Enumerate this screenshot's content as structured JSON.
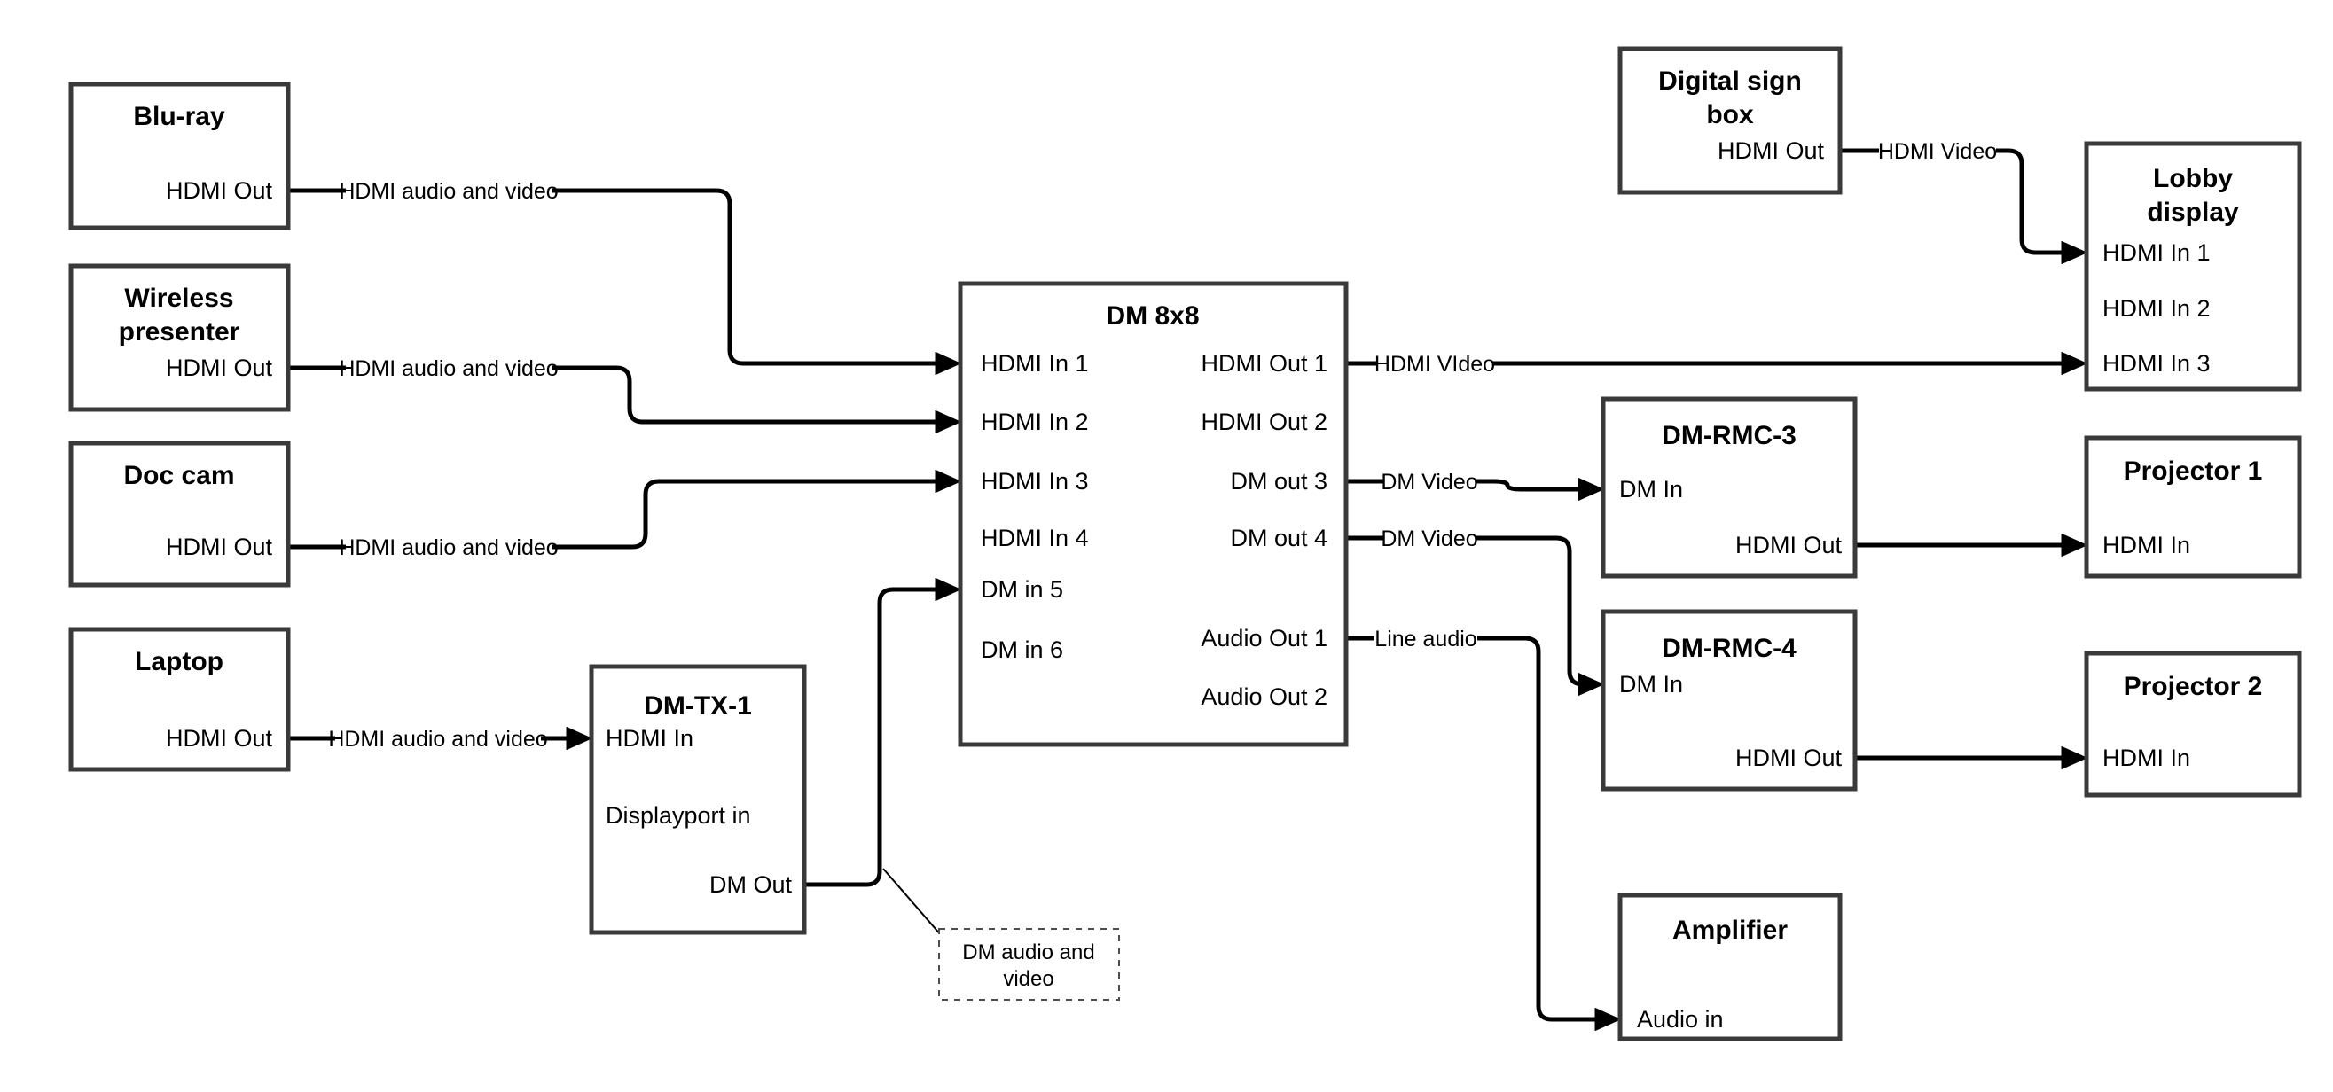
{
  "colors": {
    "background": "#ffffff",
    "node_fill": "#ffffff",
    "node_border": "#3a3a3a",
    "wire": "#000000",
    "text": "#000000"
  },
  "nodes": {
    "bluray": {
      "title_lines": [
        "Blu-ray"
      ],
      "ports": [
        "HDMI Out"
      ]
    },
    "wireless_presenter": {
      "title_lines": [
        "Wireless",
        "presenter"
      ],
      "ports": [
        "HDMI Out"
      ]
    },
    "doc_cam": {
      "title_lines": [
        "Doc cam"
      ],
      "ports": [
        "HDMI Out"
      ]
    },
    "laptop": {
      "title_lines": [
        "Laptop"
      ],
      "ports": [
        "HDMI Out"
      ]
    },
    "dm_tx_1": {
      "title_lines": [
        "DM-TX-1"
      ],
      "ports": [
        "HDMI In",
        "Displayport in",
        "DM Out"
      ]
    },
    "dm_8x8": {
      "title_lines": [
        "DM 8x8"
      ],
      "ports_left": [
        "HDMI In 1",
        "HDMI In 2",
        "HDMI In 3",
        "HDMI In 4",
        "DM in 5",
        "DM in 6"
      ],
      "ports_right": [
        "HDMI Out 1",
        "HDMI Out 2",
        "DM out 3",
        "DM out 4",
        "Audio Out 1",
        "Audio Out 2"
      ]
    },
    "digital_sign_box": {
      "title_lines": [
        "Digital sign",
        "box"
      ],
      "ports": [
        "HDMI Out"
      ]
    },
    "lobby_display": {
      "title_lines": [
        "Lobby",
        "display"
      ],
      "ports": [
        "HDMI In 1",
        "HDMI In 2",
        "HDMI In 3"
      ]
    },
    "dm_rmc_3": {
      "title_lines": [
        "DM-RMC-3"
      ],
      "ports": [
        "DM In",
        "HDMI Out"
      ]
    },
    "projector_1": {
      "title_lines": [
        "Projector 1"
      ],
      "ports": [
        "HDMI In"
      ]
    },
    "dm_rmc_4": {
      "title_lines": [
        "DM-RMC-4"
      ],
      "ports": [
        "DM In",
        "HDMI Out"
      ]
    },
    "projector_2": {
      "title_lines": [
        "Projector 2"
      ],
      "ports": [
        "HDMI In"
      ]
    },
    "amplifier": {
      "title_lines": [
        "Amplifier"
      ],
      "ports": [
        "Audio in"
      ]
    }
  },
  "edges": [
    {
      "from": "bluray",
      "from_port": "HDMI Out",
      "to": "dm_8x8",
      "to_port": "HDMI In 1",
      "label": "HDMI audio and video"
    },
    {
      "from": "wireless_presenter",
      "from_port": "HDMI Out",
      "to": "dm_8x8",
      "to_port": "HDMI In 2",
      "label": "HDMI audio and video"
    },
    {
      "from": "doc_cam",
      "from_port": "HDMI Out",
      "to": "dm_8x8",
      "to_port": "HDMI In 3",
      "label": "HDMI audio and video"
    },
    {
      "from": "laptop",
      "from_port": "HDMI Out",
      "to": "dm_tx_1",
      "to_port": "HDMI In",
      "label": "HDMI audio and video"
    },
    {
      "from": "dm_tx_1",
      "from_port": "DM Out",
      "to": "dm_8x8",
      "to_port": "DM in 5"
    },
    {
      "from": "dm_8x8",
      "from_port": "HDMI Out 1",
      "to": "lobby_display",
      "to_port": "HDMI In 3",
      "label": "HDMI VIdeo"
    },
    {
      "from": "dm_8x8",
      "from_port": "DM out 3",
      "to": "dm_rmc_3",
      "to_port": "DM In",
      "label": "DM Video"
    },
    {
      "from": "dm_8x8",
      "from_port": "DM out 4",
      "to": "dm_rmc_4",
      "to_port": "DM In",
      "label": "DM Video"
    },
    {
      "from": "dm_8x8",
      "from_port": "Audio Out 1",
      "to": "amplifier",
      "to_port": "Audio in",
      "label": "Line audio"
    },
    {
      "from": "digital_sign_box",
      "from_port": "HDMI Out",
      "to": "lobby_display",
      "to_port": "HDMI In 1",
      "label": "HDMI Video"
    },
    {
      "from": "dm_rmc_3",
      "from_port": "HDMI Out",
      "to": "projector_1",
      "to_port": "HDMI In"
    },
    {
      "from": "dm_rmc_4",
      "from_port": "HDMI Out",
      "to": "projector_2",
      "to_port": "HDMI In"
    }
  ],
  "annotation": {
    "lines": [
      "DM audio and",
      "video"
    ]
  }
}
